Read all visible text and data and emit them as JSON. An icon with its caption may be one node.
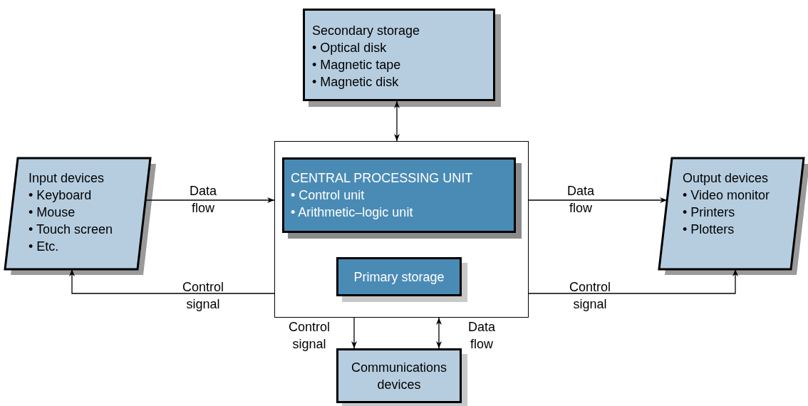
{
  "diagram": {
    "nodes": [
      {
        "text": [
          "Secondary storage",
          "• Optical disk",
          "• Magnetic tape",
          "• Magnetic disk"
        ]
      },
      {
        "text": [
          "Input devices",
          "• Keyboard",
          "• Mouse",
          "• Touch screen",
          "• Etc."
        ]
      },
      {
        "text": [],
        "shape": "box"
      },
      {
        "text": [
          "CENTRAL PROCESSING UNIT",
          "• Control unit",
          "• Arithmetic–logic unit"
        ],
        "in": 2
      },
      {
        "text": [
          "Primary storage"
        ],
        "in": 2
      },
      {
        "text": [
          "Output devices",
          "• Video monitor",
          "• Printers",
          "• Plotters"
        ]
      },
      {
        "text": [
          "Communications devices"
        ]
      }
    ],
    "edges": [
      {
        "from": 0,
        "to": 2,
        "arrow": "both"
      },
      {
        "from": 1,
        "to": 2,
        "arrow": "to",
        "label": "Data flow"
      },
      {
        "from": 2,
        "to": 5,
        "arrow": "to",
        "label": "Data flow"
      },
      {
        "from": 2,
        "to": 1,
        "arrow": "to",
        "label": "Control signal"
      },
      {
        "from": 2,
        "to": 5,
        "arrow": "to",
        "label": "Control signal"
      },
      {
        "from": 2,
        "to": 6,
        "arrow": "to",
        "label": "Control signal"
      },
      {
        "from": 2,
        "to": 6,
        "arrow": "both",
        "label": "Data flow"
      }
    ]
  }
}
